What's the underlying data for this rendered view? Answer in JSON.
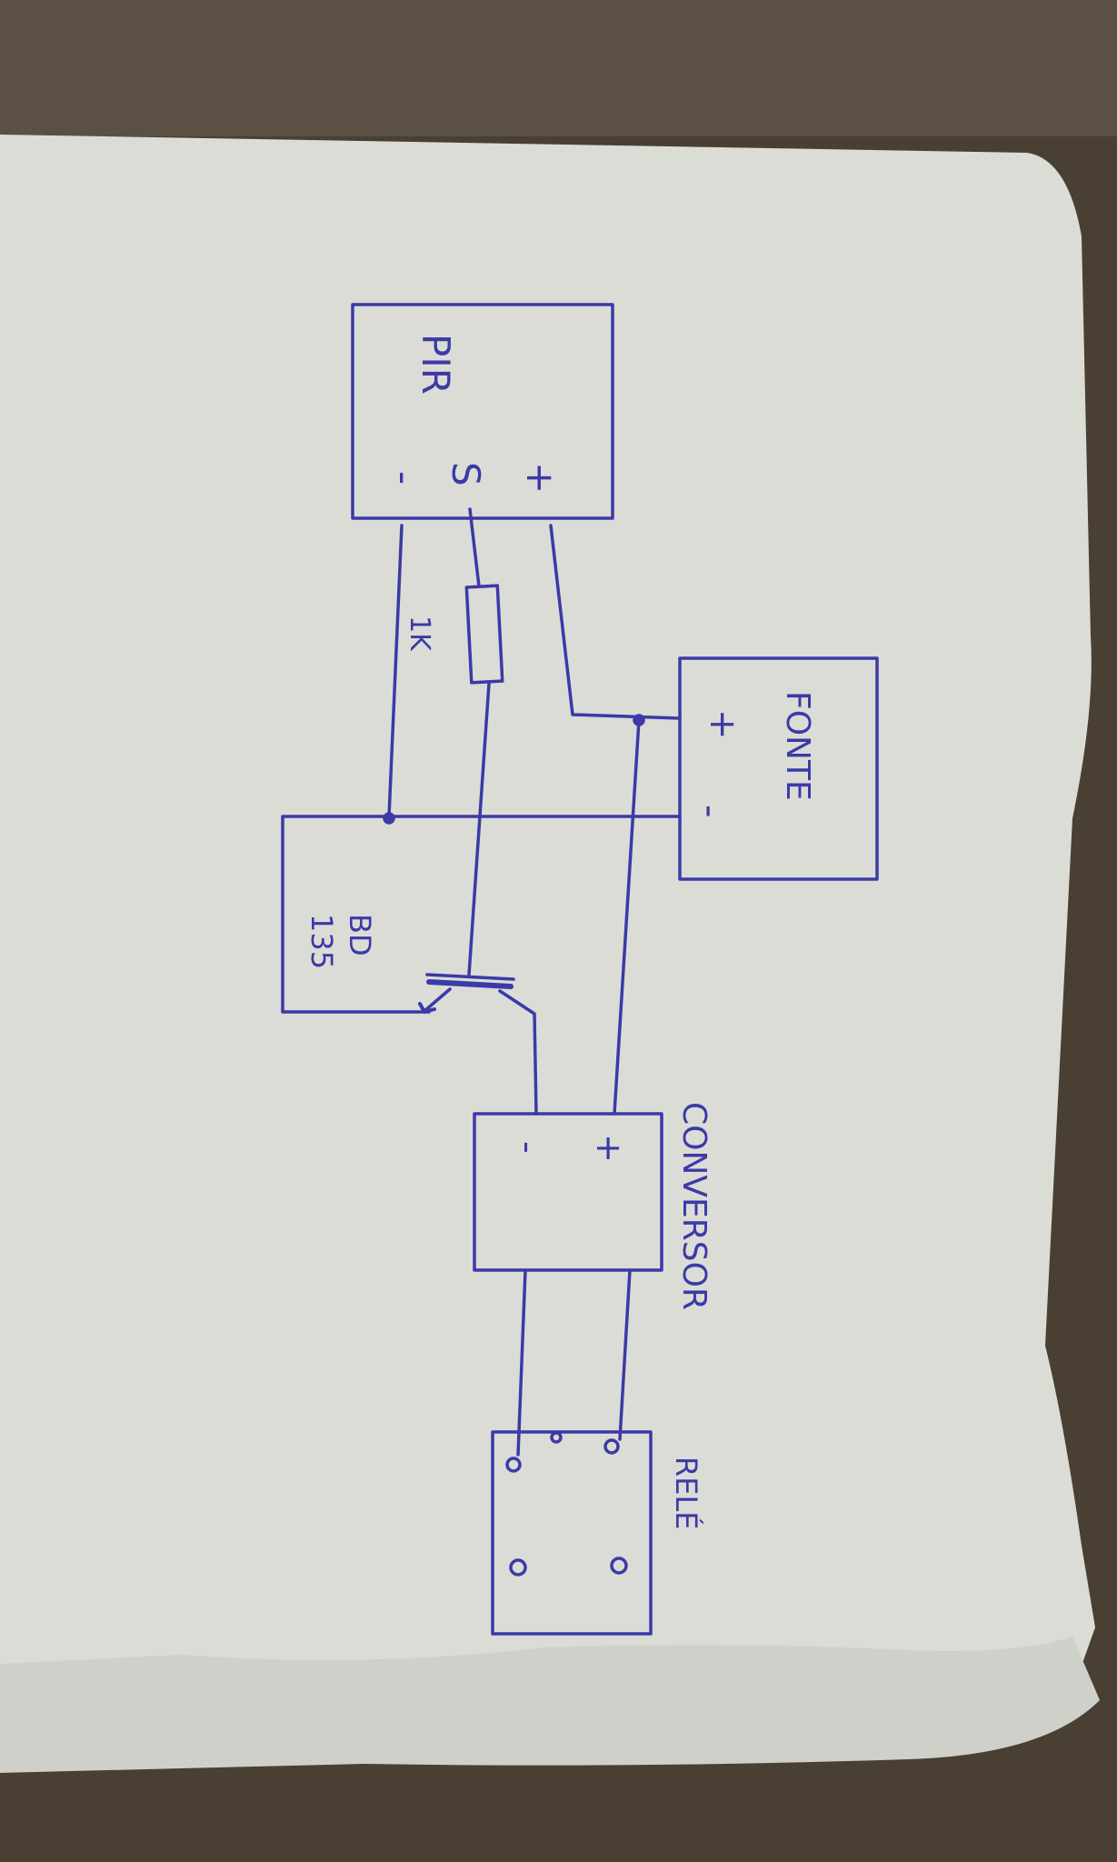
{
  "diagram": {
    "ink_color": "#3a3aa8",
    "paper_color": "#dcdcd6",
    "background_color": "#4a3f33",
    "components": {
      "pir": {
        "label": "PIR",
        "terminals": {
          "signal": "S",
          "plus": "+",
          "minus": "-"
        }
      },
      "resistor": {
        "label": "1K"
      },
      "transistor": {
        "label_line1": "BD",
        "label_line2": "135"
      },
      "fonte": {
        "label": "FONTE",
        "terminals": {
          "plus": "+",
          "minus": "-"
        }
      },
      "conversor": {
        "label": "CONVERSOR",
        "terminals": {
          "plus": "+",
          "minus": "-"
        }
      },
      "rele": {
        "label": "RELÉ"
      }
    }
  }
}
